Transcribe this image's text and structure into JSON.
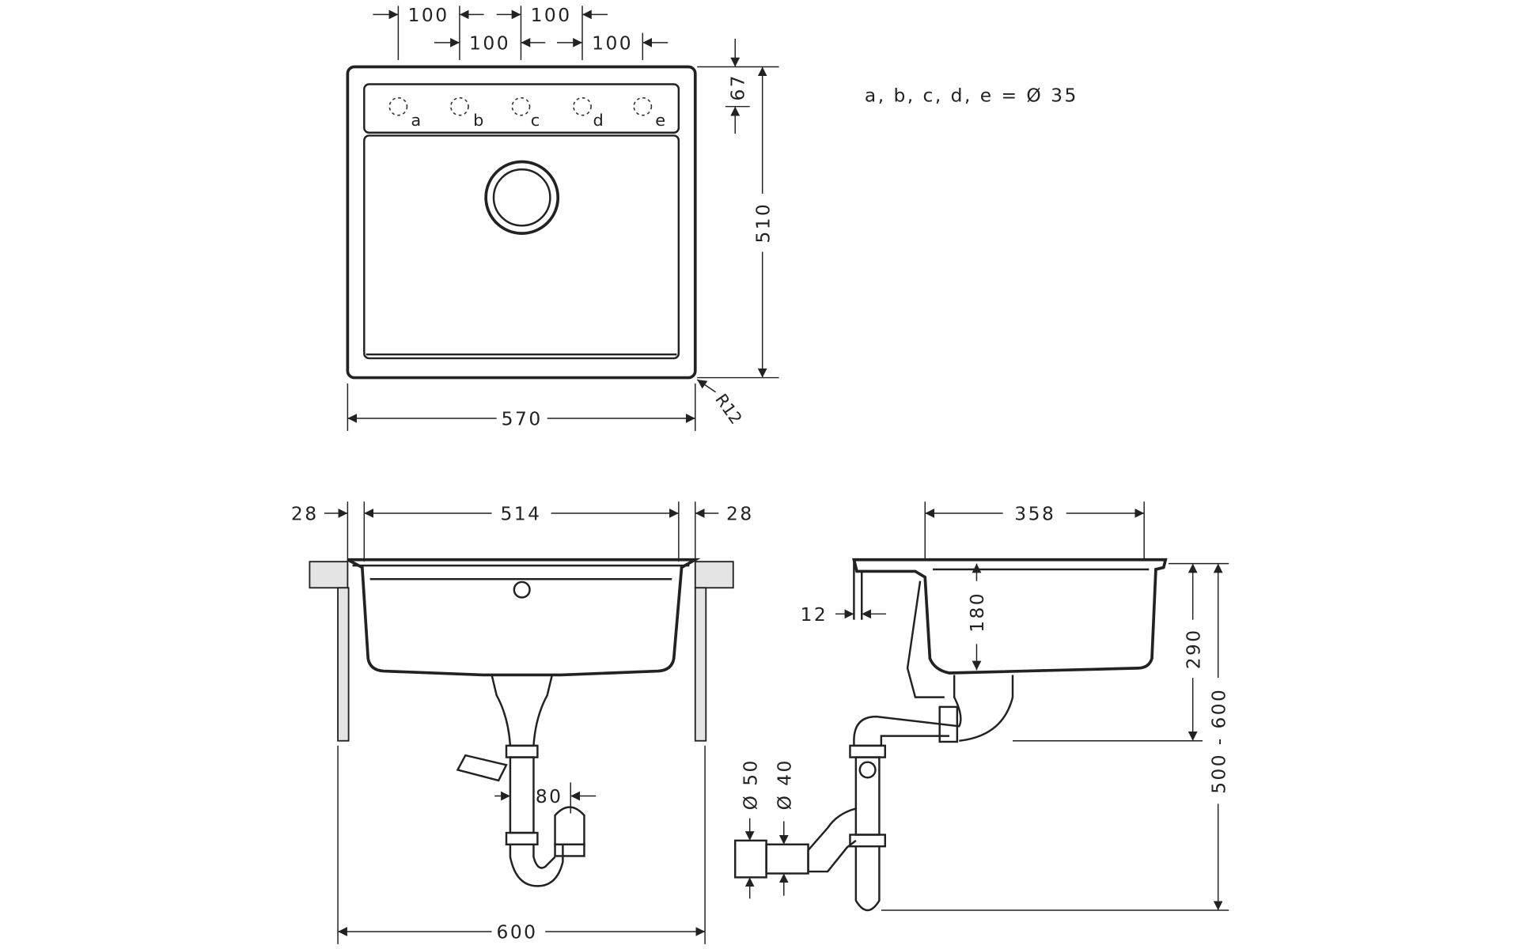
{
  "top_view": {
    "hole_spacing_labels": [
      "100",
      "100",
      "100",
      "100"
    ],
    "hole_letters": [
      "a",
      "b",
      "c",
      "d",
      "e"
    ],
    "ledge_depth": "67",
    "depth": "510",
    "width": "570",
    "corner_radius": "R12",
    "hole_legend": "a, b, c, d, e = Ø 35"
  },
  "front_view": {
    "left_margin": "28",
    "inner_width": "514",
    "right_margin": "28",
    "cabinet_width": "600",
    "trap_offset": "80"
  },
  "side_view": {
    "bowl_length": "358",
    "rim_thickness": "12",
    "bowl_depth": "180",
    "total_depth": "290",
    "mount_height": "500 - 600",
    "outlet_dia_1": "Ø 50",
    "outlet_dia_2": "Ø 40"
  }
}
